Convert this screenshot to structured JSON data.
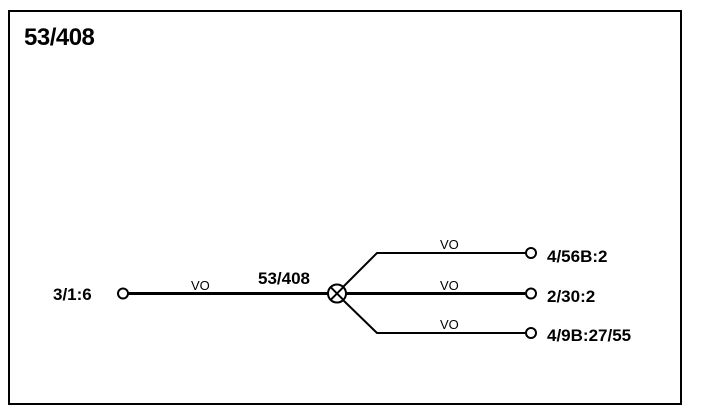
{
  "title": "53/408",
  "splice": {
    "label": "53/408"
  },
  "source": {
    "label": "3/1:6",
    "wire": "VO"
  },
  "branches": [
    {
      "label": "4/56B:2",
      "wire": "VO"
    },
    {
      "label": "2/30:2",
      "wire": "VO"
    },
    {
      "label": "4/9B:27/55",
      "wire": "VO"
    }
  ]
}
